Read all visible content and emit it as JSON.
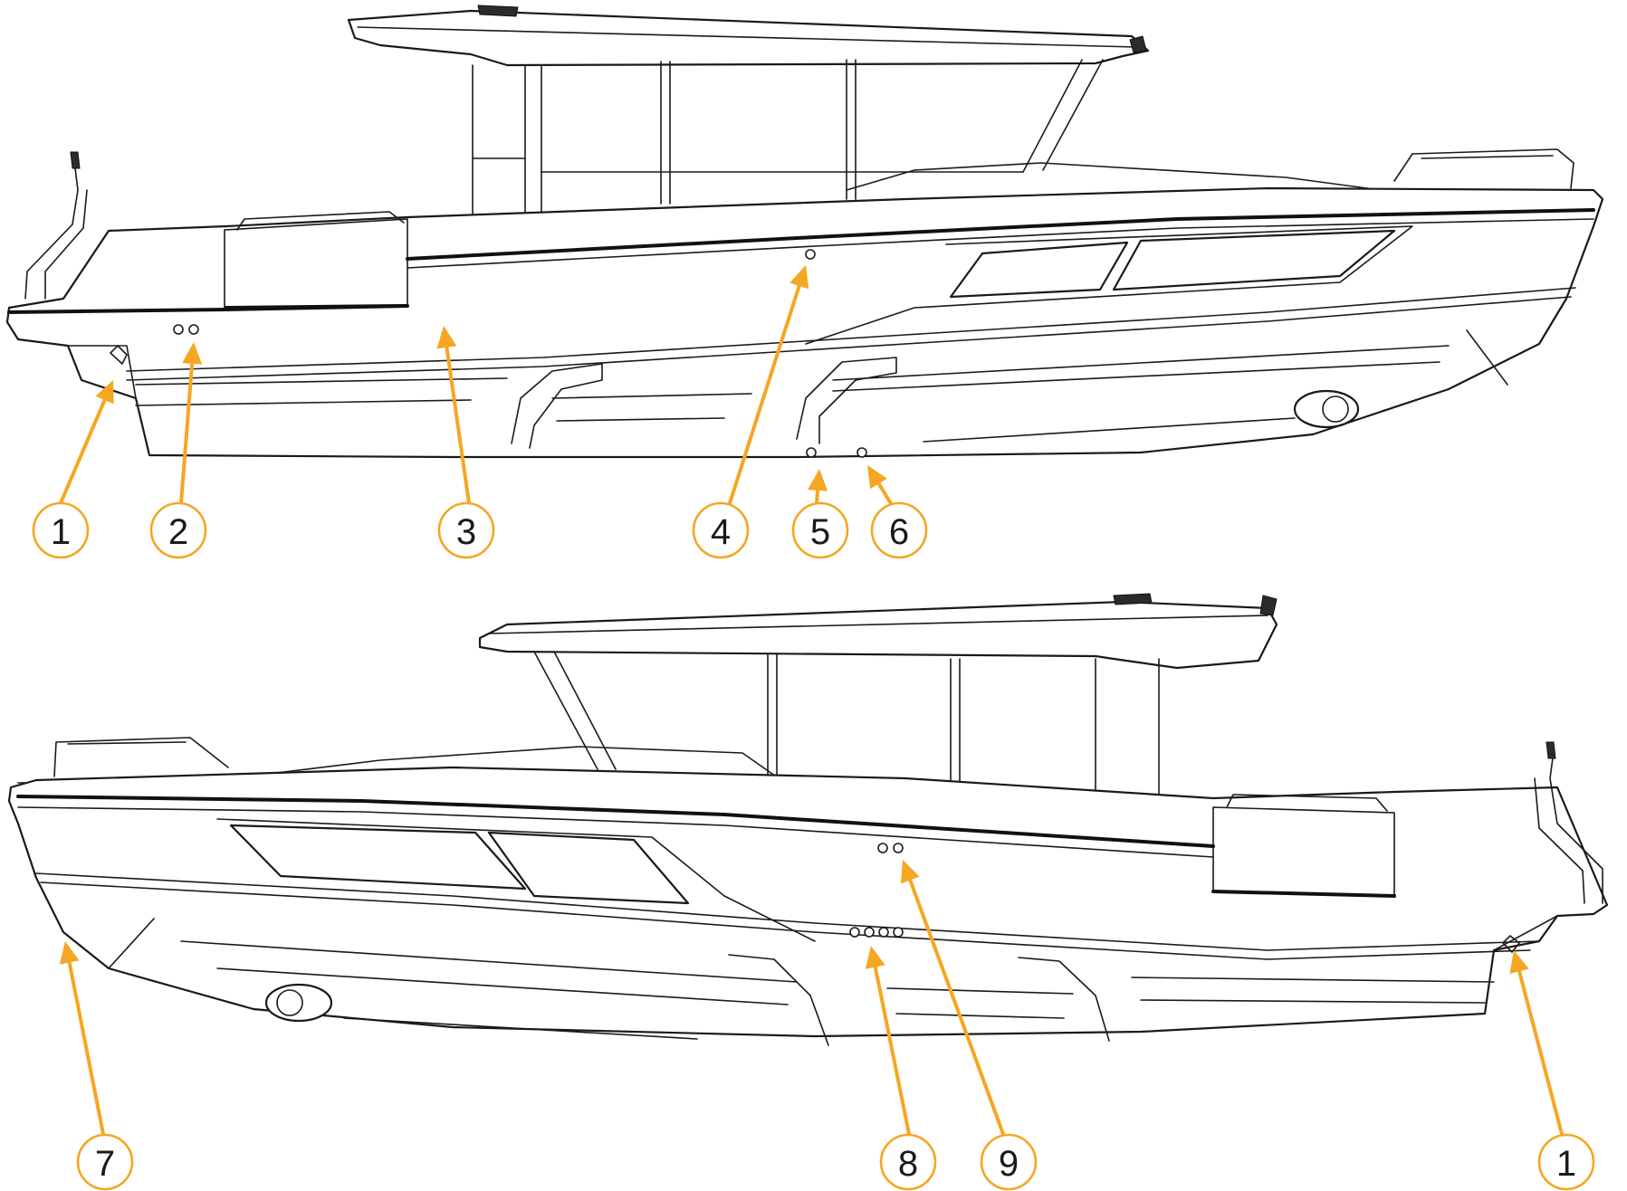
{
  "colors": {
    "callout": "#F5A623",
    "outline": "#1A1A1A"
  },
  "callouts": [
    {
      "id": "c1-top",
      "label": "1"
    },
    {
      "id": "c2",
      "label": "2"
    },
    {
      "id": "c3",
      "label": "3"
    },
    {
      "id": "c4",
      "label": "4"
    },
    {
      "id": "c5",
      "label": "5"
    },
    {
      "id": "c6",
      "label": "6"
    },
    {
      "id": "c7",
      "label": "7"
    },
    {
      "id": "c8",
      "label": "8"
    },
    {
      "id": "c9",
      "label": "9"
    },
    {
      "id": "c1-bottom",
      "label": "1"
    }
  ]
}
